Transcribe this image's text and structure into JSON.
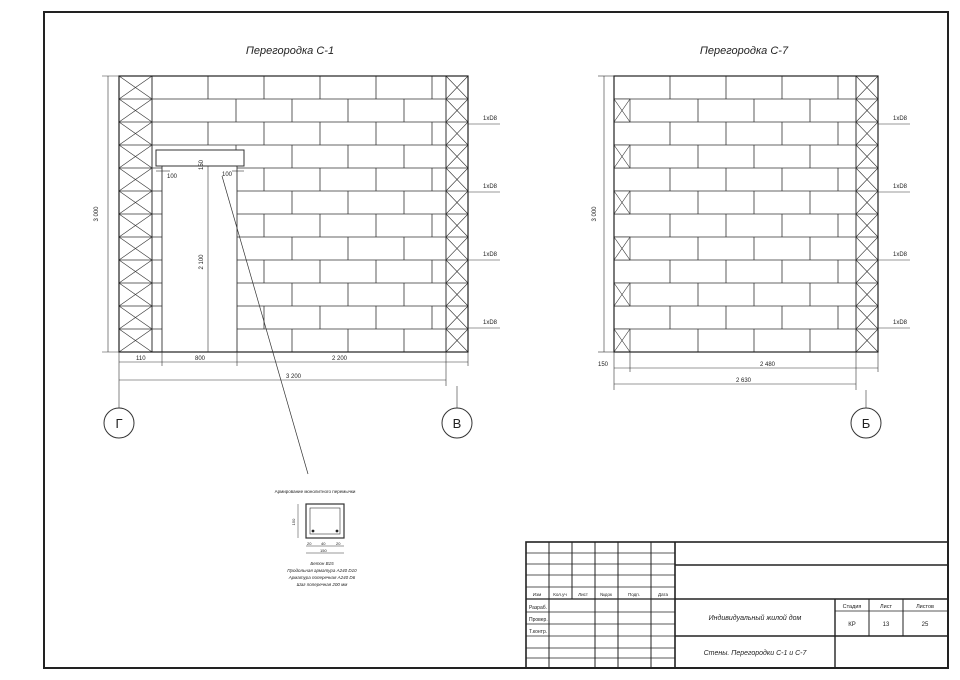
{
  "drawing": {
    "left_wall": {
      "title": "Перегородка С-1",
      "height_dim": "3 000",
      "opening_height_dim": "2 100",
      "lintel_dim": "150",
      "left_bearing_dim": "100",
      "right_bearing_dim": "100",
      "dim_110": "110",
      "dim_800": "800",
      "dim_2200": "2 200",
      "dim_total": "3 200",
      "rebar_labels": [
        "1хD8",
        "1хD8",
        "1хD8",
        "1хD8"
      ],
      "axis_left": "Г",
      "axis_right": "В"
    },
    "right_wall": {
      "title": "Перегородка С-7",
      "height_dim": "3 000",
      "dim_150": "150",
      "dim_2480": "2 480",
      "dim_total": "2 630",
      "rebar_labels": [
        "1хD8",
        "1хD8",
        "1хD8",
        "1хD8"
      ],
      "axis": "Б"
    },
    "lintel_detail": {
      "title": "Армирование монолитного перемычки",
      "dims": [
        "150",
        "20",
        "40",
        "20",
        "150"
      ],
      "notes": [
        "Бетон В15",
        "Продольная арматура А240 D10",
        "Арматура поперечная А240 D6",
        "Шаг поперечная 200 мм"
      ]
    }
  },
  "title_block": {
    "header_cells": [
      "Изм",
      "Кол.уч",
      "Лист",
      "№док",
      "Подп.",
      "Дата"
    ],
    "roles": [
      "Разраб.",
      "Провер.",
      "Т.контр.",
      "",
      "",
      ""
    ],
    "project_name": "Индивидуальный жилой дом",
    "sheet_title": "Стены. Перегородки С-1 и С-7",
    "stage_label": "Стадия",
    "sheet_label": "Лист",
    "sheets_label": "Листов",
    "stage_value": "КР",
    "sheet_value": "13",
    "sheets_value": "25"
  }
}
